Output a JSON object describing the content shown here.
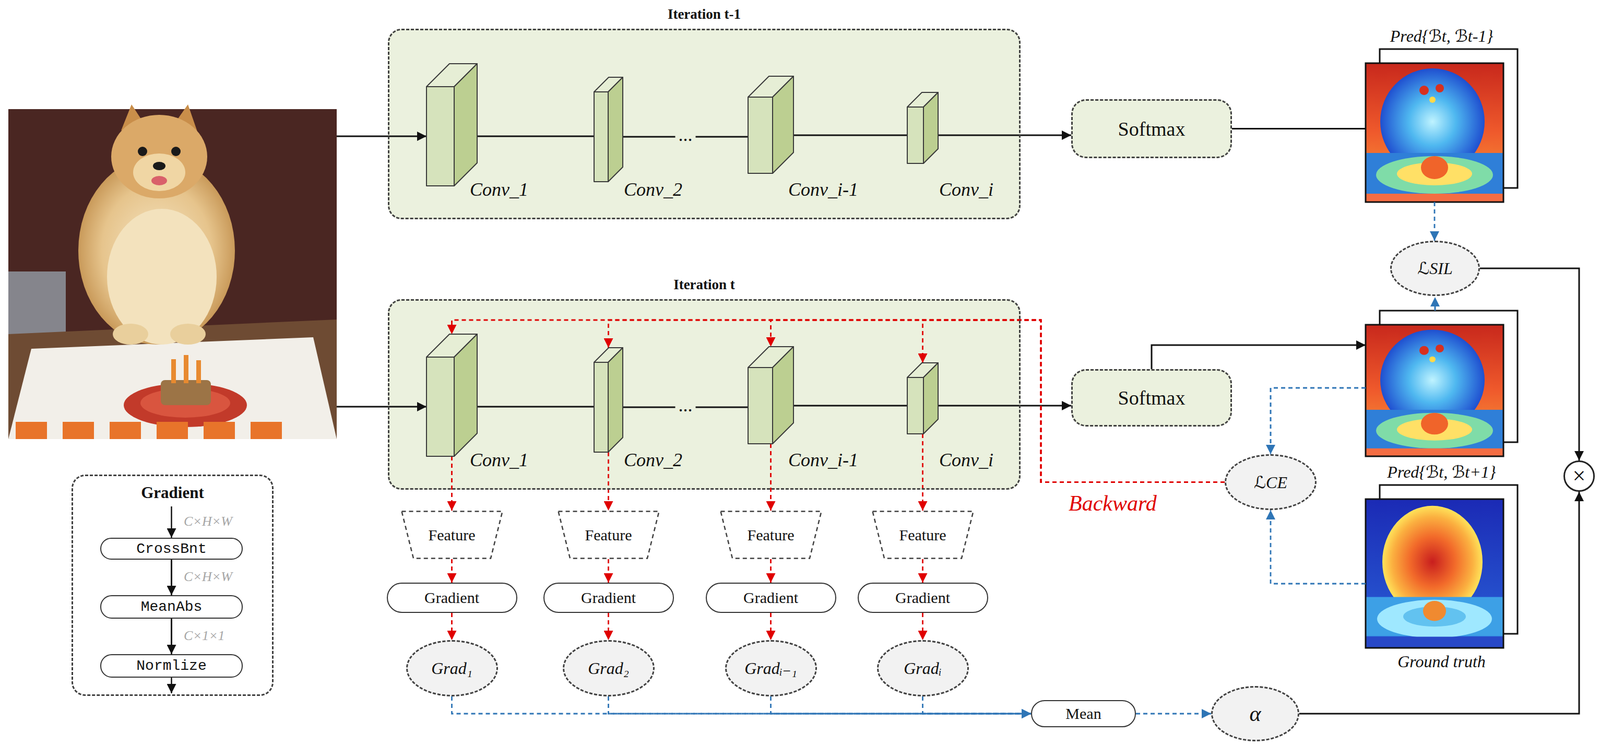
{
  "diagram": {
    "nodes": [
      {
        "text": [
          "Iteration t-1"
        ]
      },
      {
        "text": [
          "Conv_1"
        ],
        "in": 0
      },
      {
        "text": [
          "Conv_2"
        ],
        "in": 0
      },
      {
        "text": [
          "Conv_i-1"
        ],
        "in": 0
      },
      {
        "text": [
          "Conv_i"
        ],
        "in": 0
      },
      {
        "text": [
          "Softmax"
        ]
      },
      {
        "text": [
          "Pred{ℬt, ℬt-1}"
        ]
      },
      {
        "text": [
          "ℒSIL"
        ]
      },
      {
        "text": [
          "Iteration t"
        ]
      },
      {
        "text": [
          "Conv_1"
        ],
        "in": 8
      },
      {
        "text": [
          "Conv_2"
        ],
        "in": 8
      },
      {
        "text": [
          "Conv_i-1"
        ],
        "in": 8
      },
      {
        "text": [
          "Conv_i"
        ],
        "in": 8
      },
      {
        "text": [
          "Softmax"
        ]
      },
      {
        "text": [
          "ℒCE"
        ]
      },
      {
        "text": [
          "Pred{ℬt, ℬt+1}",
          "Ground truth"
        ]
      },
      {
        "text": [
          "×"
        ]
      },
      {
        "text": [
          "Gradient"
        ]
      },
      {
        "text": [
          "CrossBnt"
        ],
        "in": 17
      },
      {
        "text": [
          "MeanAbs"
        ],
        "in": 17
      },
      {
        "text": [
          "Normlize"
        ],
        "in": 17
      },
      {
        "text": [
          "Feature"
        ]
      },
      {
        "text": [
          "Feature"
        ]
      },
      {
        "text": [
          "Feature"
        ]
      },
      {
        "text": [
          "Feature"
        ]
      },
      {
        "text": [
          "Gradient"
        ]
      },
      {
        "text": [
          "Gradient"
        ]
      },
      {
        "text": [
          "Gradient"
        ]
      },
      {
        "text": [
          "Gradient"
        ]
      },
      {
        "text": [
          "Grad₁"
        ]
      },
      {
        "text": [
          "Grad₂"
        ]
      },
      {
        "text": [
          "Gradᵢ₋₁"
        ]
      },
      {
        "text": [
          "Gradᵢ"
        ]
      },
      {
        "text": [
          "Mean"
        ]
      },
      {
        "text": [
          "α"
        ]
      }
    ],
    "edges": [
      {
        "from": 1,
        "to": 2,
        "arrow": "none"
      },
      {
        "from": 2,
        "to": 3,
        "arrow": "none",
        "label": "..."
      },
      {
        "from": 3,
        "to": 4,
        "arrow": "none"
      },
      {
        "from": 4,
        "to": 5,
        "arrow": "to"
      },
      {
        "from": 5,
        "to": 6,
        "arrow": "none"
      },
      {
        "from": 6,
        "to": 7,
        "arrow": "to"
      },
      {
        "from": 7,
        "to": 16,
        "arrow": "to"
      },
      {
        "from": 9,
        "to": 10,
        "arrow": "none"
      },
      {
        "from": 10,
        "to": 11,
        "arrow": "none",
        "label": "..."
      },
      {
        "from": 11,
        "to": 12,
        "arrow": "none"
      },
      {
        "from": 12,
        "to": 13,
        "arrow": "to"
      },
      {
        "from": 15,
        "to": 14,
        "arrow": "to"
      },
      {
        "from": 14,
        "to": 9,
        "arrow": "to"
      },
      {
        "from": 14,
        "to": 10,
        "arrow": "to"
      },
      {
        "from": 14,
        "to": 11,
        "arrow": "to"
      },
      {
        "from": 14,
        "to": 12,
        "arrow": "to"
      },
      {
        "from": 9,
        "to": 21,
        "arrow": "to"
      },
      {
        "from": 10,
        "to": 22,
        "arrow": "to"
      },
      {
        "from": 11,
        "to": 23,
        "arrow": "to"
      },
      {
        "from": 12,
        "to": 24,
        "arrow": "to"
      },
      {
        "from": 21,
        "to": 25,
        "arrow": "to"
      },
      {
        "from": 22,
        "to": 26,
        "arrow": "to"
      },
      {
        "from": 23,
        "to": 27,
        "arrow": "to"
      },
      {
        "from": 24,
        "to": 28,
        "arrow": "to"
      },
      {
        "from": 25,
        "to": 29,
        "arrow": "to"
      },
      {
        "from": 26,
        "to": 30,
        "arrow": "to"
      },
      {
        "from": 27,
        "to": 31,
        "arrow": "to"
      },
      {
        "from": 28,
        "to": 32,
        "arrow": "to"
      },
      {
        "from": 29,
        "to": 33,
        "arrow": "to"
      },
      {
        "from": 30,
        "to": 33,
        "arrow": "to"
      },
      {
        "from": 31,
        "to": 33,
        "arrow": "to"
      },
      {
        "from": 32,
        "to": 33,
        "arrow": "to"
      },
      {
        "from": 33,
        "to": 34,
        "arrow": "to"
      },
      {
        "from": 34,
        "to": 16,
        "arrow": "to"
      },
      {
        "from": 18,
        "to": 19,
        "arrow": "to"
      },
      {
        "from": 19,
        "to": 20,
        "arrow": "to"
      }
    ],
    "labels": [
      "C×H×W",
      "C×H×W",
      "C×1×1",
      "Backward"
    ]
  }
}
